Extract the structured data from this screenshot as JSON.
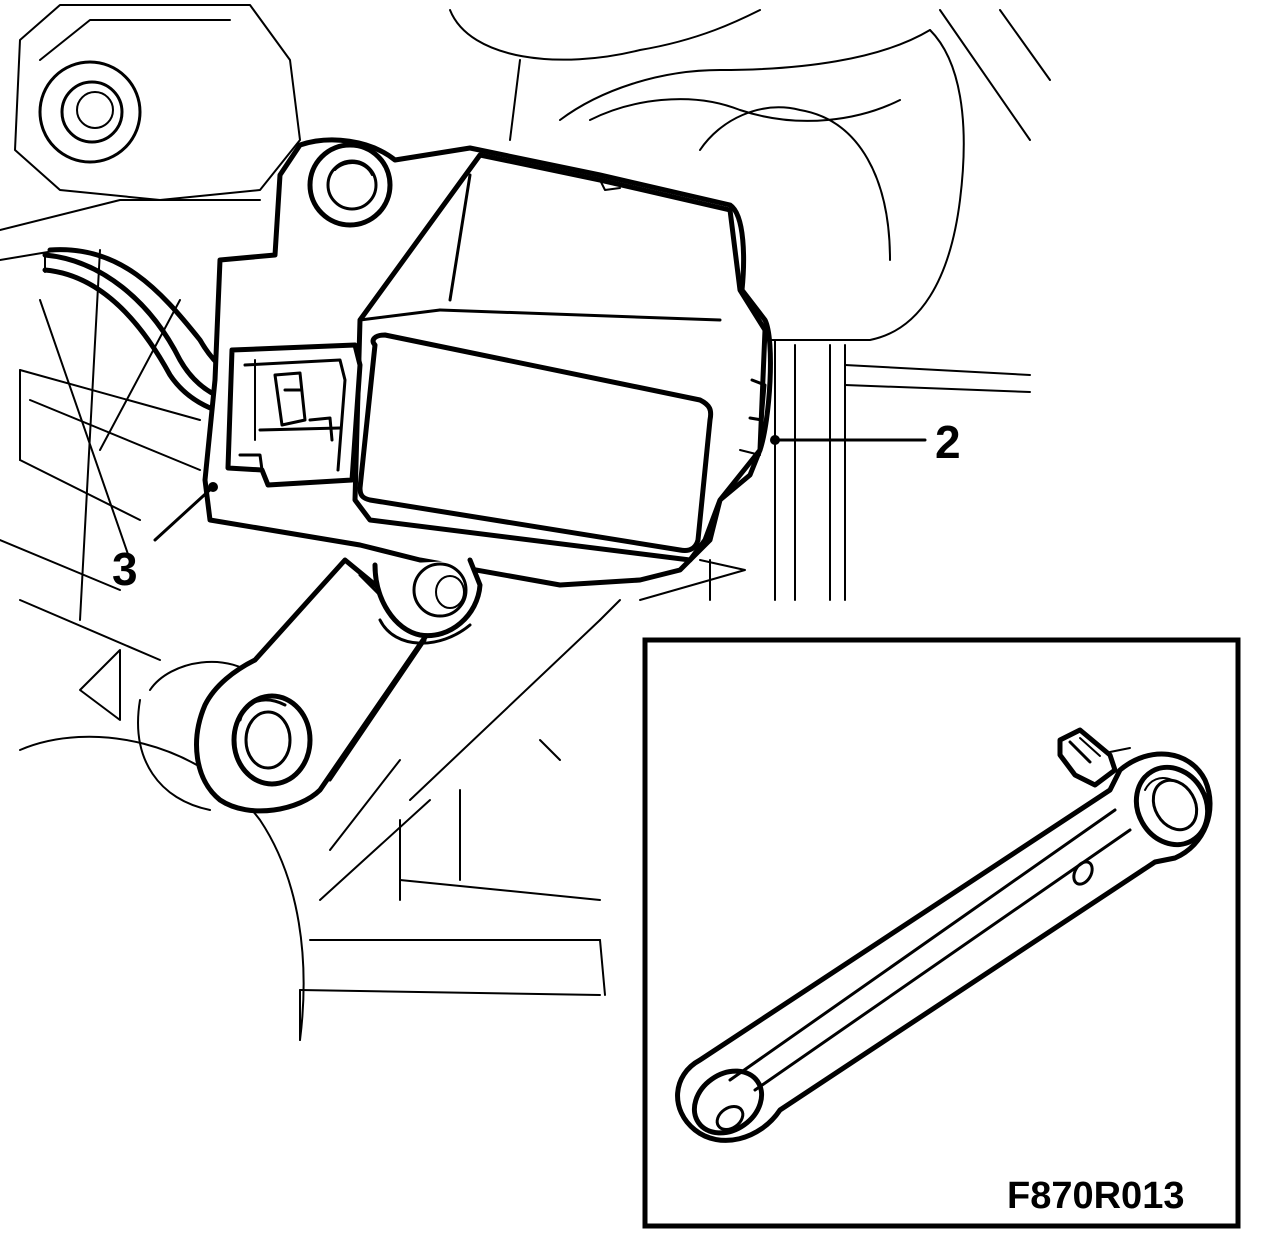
{
  "callouts": {
    "label_2": "2",
    "label_3": "3"
  },
  "inset": {
    "figure_code": "F870R013"
  },
  "colors": {
    "ink": "#000000",
    "paper": "#ffffff"
  }
}
